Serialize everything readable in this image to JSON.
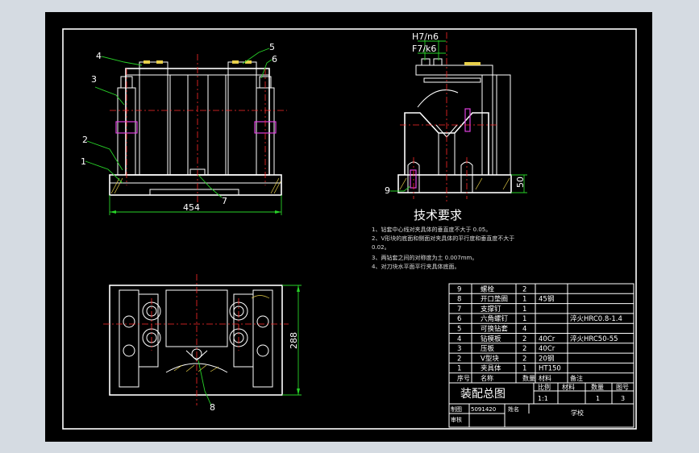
{
  "views": {
    "front": {
      "balloons": [
        "1",
        "2",
        "3",
        "4",
        "5",
        "6",
        "7"
      ],
      "dim_width": "454"
    },
    "side": {
      "fit_1": "H7/n6",
      "fit_2": "F7/k6",
      "balloon": "9",
      "dim_height": "50"
    },
    "top": {
      "balloon": "8",
      "dim_height": "288"
    }
  },
  "notes": {
    "title": "技术要求",
    "items": [
      "1、钻套中心线对夹具体的垂直度不大于 0.05。",
      "2、V形块的底面和侧面对夹具体的平行度和垂直度不大于",
      "0.02。",
      "3、两钻套之间的对称度为土 0.007mm。",
      "4、对刀块水平面平行夹具体底面。"
    ]
  },
  "bom": {
    "rows": [
      {
        "no": "9",
        "name": "螺栓",
        "qty": "2",
        "material": "",
        "note": ""
      },
      {
        "no": "8",
        "name": "开口垫圈",
        "qty": "1",
        "material": "45钢",
        "note": ""
      },
      {
        "no": "7",
        "name": "支撑钉",
        "qty": "1",
        "material": "",
        "note": ""
      },
      {
        "no": "6",
        "name": "六角螺钉",
        "qty": "1",
        "material": "",
        "note": "淬火HRC0.8-1.4"
      },
      {
        "no": "5",
        "name": "可换钻套",
        "qty": "4",
        "material": "",
        "note": ""
      },
      {
        "no": "4",
        "name": "钻模板",
        "qty": "2",
        "material": "40Cr",
        "note": "淬火HRC50-55"
      },
      {
        "no": "3",
        "name": "压板",
        "qty": "2",
        "material": "40Cr",
        "note": ""
      },
      {
        "no": "2",
        "name": "V型块",
        "qty": "2",
        "material": "20钢",
        "note": ""
      },
      {
        "no": "1",
        "name": "夹具体",
        "qty": "1",
        "material": "HT150",
        "note": ""
      }
    ],
    "header": {
      "no": "序号",
      "name": "名称",
      "qty": "数量",
      "material": "材料",
      "note": "备注"
    }
  },
  "title_block": {
    "drawing_title": "装配总图",
    "scale_label": "比例",
    "scale_value": "1:1",
    "weight_label": "材料",
    "weight_value": "",
    "qty_label": "数量",
    "qty_value": "1",
    "sheet_label": "图号",
    "sheet_value": "3",
    "drawn_label": "制图",
    "drawn_value": "5091420",
    "name_label": "姓名",
    "checked_label": "审核",
    "school_label": "学校"
  },
  "colors": {
    "background": "#000000",
    "line": "#ffffff",
    "centerline": "#ff2a2a",
    "leader": "#28d228",
    "highlight": "#e040e0",
    "hatch": "#e8d04a",
    "window": "#d5dbe2"
  }
}
